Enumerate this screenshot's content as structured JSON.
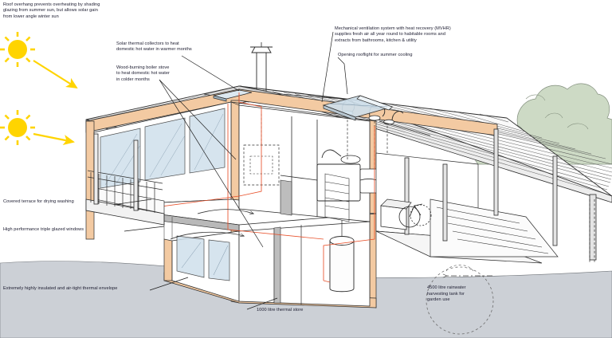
{
  "diagram": {
    "title": "Sustainable house cutaway section",
    "background_color": "#ffffff",
    "ground_color": "#ccd0d6",
    "envelope_color": "#f3caa2",
    "glazing_color": "#cfe0ec",
    "foliage_color": "#cbd9c2",
    "sun_color": "#ffd400",
    "pipe_color": "#e8502a",
    "line_color": "#2b2b2b",
    "text_color": "#1a1a2e"
  },
  "annotations": [
    {
      "id": "roof-overhang",
      "text": "Roof overhang prevents overheating by shading\nglazing from summer sun, but allows solar gain\nfrom lower angle winter sun"
    },
    {
      "id": "solar-thermal",
      "text": "Solar thermal collectors to heat\ndomestic hot water in warmer months"
    },
    {
      "id": "wood-boiler",
      "text": "Wood-burning boiler stove\nto heat domestic hot water\nin colder months"
    },
    {
      "id": "mvhr",
      "text": "Mechanical ventilation system with heat recovery (MVHR)\nsupplies fresh air all year round to habitable rooms and\nextracts from bathrooms, kitchen & utility"
    },
    {
      "id": "rooflight",
      "text": "Opening rooflight for summer cooling"
    },
    {
      "id": "covered-terrace",
      "text": "Covered terrace for drying washing"
    },
    {
      "id": "triple-glazing",
      "text": "High performance triple glazed windows"
    },
    {
      "id": "thermal-envelope",
      "text": "Extremely highly insulated and air-tight thermal envelope"
    },
    {
      "id": "thermal-store",
      "text": "1000 litre thermal store"
    },
    {
      "id": "rainwater-tank",
      "text": "4500 litre rainwater\nharvesting tank for\ngarden use"
    }
  ],
  "icons": {
    "summer_sun": "sun-icon",
    "winter_sun": "sun-icon",
    "summer_ray": "sun-ray-arrow",
    "winter_ray": "sun-ray-arrow"
  }
}
